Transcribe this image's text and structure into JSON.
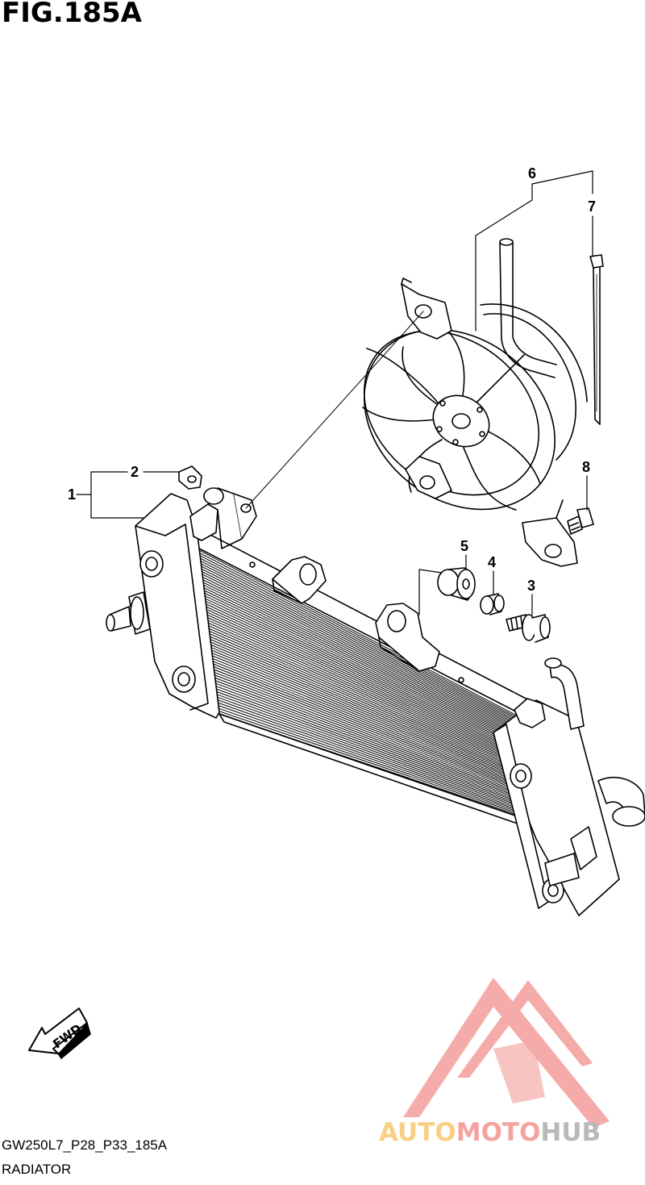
{
  "figure": {
    "title": "FIG.185A",
    "code": "GW250L7_P28_P33_185A",
    "name": "RADIATOR"
  },
  "callouts": [
    "1",
    "2",
    "3",
    "4",
    "5",
    "6",
    "7",
    "8"
  ],
  "fwd_label": "FWD",
  "watermark": {
    "word1": "AUTO",
    "word2": "MOTO",
    "word3": "HUB",
    "colors": {
      "auto": "#f9cf86",
      "moto": "#f4a3a0",
      "hub": "#b9b9b9",
      "triangle": "#f4a3a0"
    }
  },
  "colors": {
    "line": "#000000",
    "background": "#ffffff"
  }
}
